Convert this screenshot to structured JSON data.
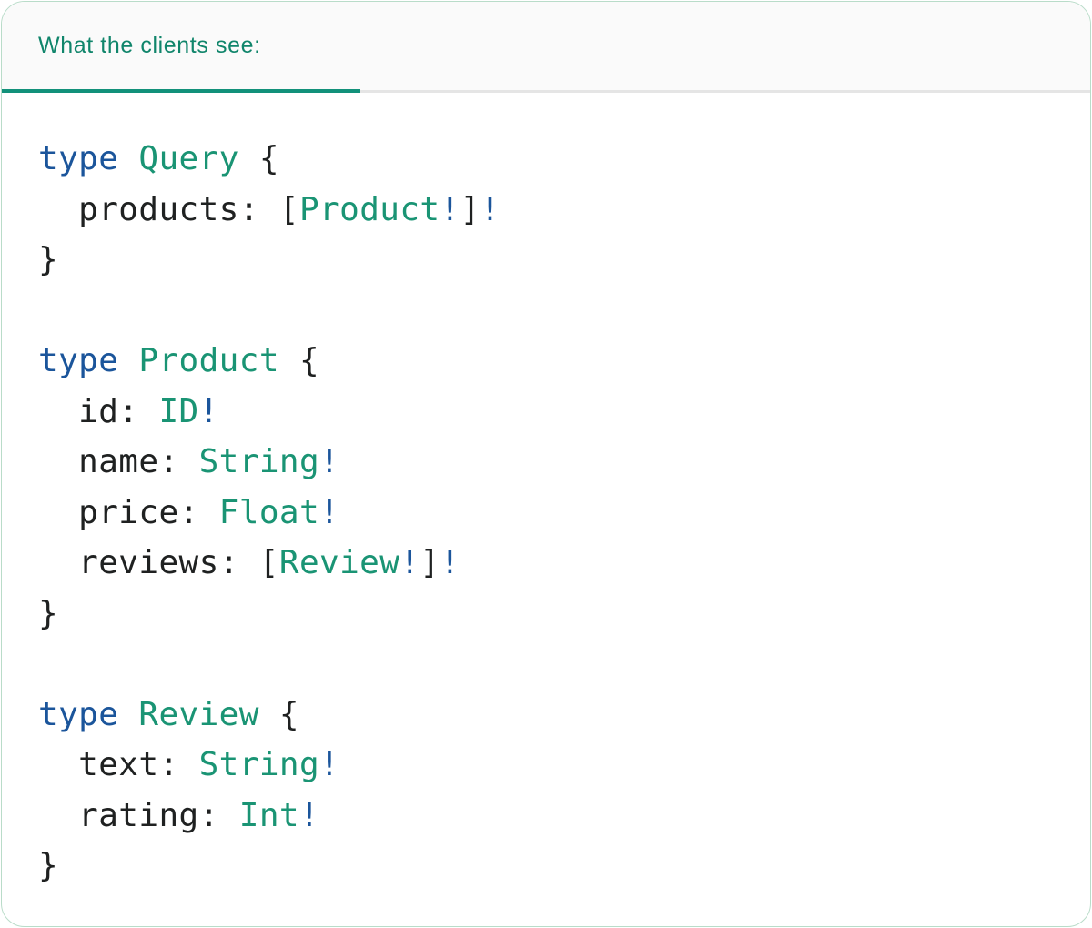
{
  "tab_bar": {
    "active_tab": "What the clients see:"
  },
  "colors": {
    "accent": "#12917A",
    "tab_text": "#10856B",
    "keyword_blue": "#1B559B",
    "type_green": "#1A9474",
    "code_text": "#1F2121",
    "header_bg": "#FAFAFA",
    "divider": "#E5E5E5",
    "card_border": "#B9DCC9"
  },
  "code": {
    "language": "graphql",
    "lines": [
      [
        {
          "c": "k",
          "t": "type"
        },
        {
          "c": "p",
          "t": " "
        },
        {
          "c": "t",
          "t": "Query"
        },
        {
          "c": "p",
          "t": " {"
        }
      ],
      [
        {
          "c": "p",
          "t": "  products: ["
        },
        {
          "c": "t",
          "t": "Product"
        },
        {
          "c": "k",
          "t": "!"
        },
        {
          "c": "p",
          "t": "]"
        },
        {
          "c": "k",
          "t": "!"
        }
      ],
      [
        {
          "c": "p",
          "t": "}"
        }
      ],
      [],
      [
        {
          "c": "k",
          "t": "type"
        },
        {
          "c": "p",
          "t": " "
        },
        {
          "c": "t",
          "t": "Product"
        },
        {
          "c": "p",
          "t": " {"
        }
      ],
      [
        {
          "c": "p",
          "t": "  id: "
        },
        {
          "c": "t",
          "t": "ID"
        },
        {
          "c": "k",
          "t": "!"
        }
      ],
      [
        {
          "c": "p",
          "t": "  name: "
        },
        {
          "c": "t",
          "t": "String"
        },
        {
          "c": "k",
          "t": "!"
        }
      ],
      [
        {
          "c": "p",
          "t": "  price: "
        },
        {
          "c": "t",
          "t": "Float"
        },
        {
          "c": "k",
          "t": "!"
        }
      ],
      [
        {
          "c": "p",
          "t": "  reviews: ["
        },
        {
          "c": "t",
          "t": "Review"
        },
        {
          "c": "k",
          "t": "!"
        },
        {
          "c": "p",
          "t": "]"
        },
        {
          "c": "k",
          "t": "!"
        }
      ],
      [
        {
          "c": "p",
          "t": "}"
        }
      ],
      [],
      [
        {
          "c": "k",
          "t": "type"
        },
        {
          "c": "p",
          "t": " "
        },
        {
          "c": "t",
          "t": "Review"
        },
        {
          "c": "p",
          "t": " {"
        }
      ],
      [
        {
          "c": "p",
          "t": "  text: "
        },
        {
          "c": "t",
          "t": "String"
        },
        {
          "c": "k",
          "t": "!"
        }
      ],
      [
        {
          "c": "p",
          "t": "  rating: "
        },
        {
          "c": "t",
          "t": "Int"
        },
        {
          "c": "k",
          "t": "!"
        }
      ],
      [
        {
          "c": "p",
          "t": "}"
        }
      ]
    ]
  }
}
